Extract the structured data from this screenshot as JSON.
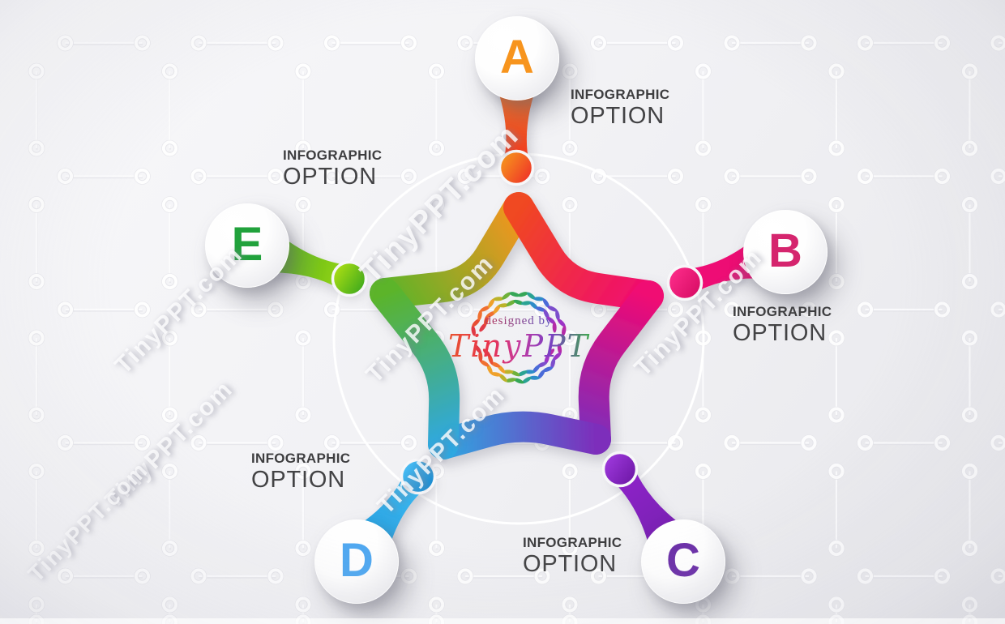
{
  "watermark": {
    "text": "TinyPPT.com"
  },
  "logo": {
    "designed_by": "designed by",
    "brand": "TinyPPT",
    "wreath_colors": [
      "#E03A45",
      "#E84E35",
      "#F07030",
      "#EFA12B",
      "#BBB32A",
      "#6FB13A",
      "#35A657",
      "#2AA393",
      "#2E8CC8",
      "#4A6BD8",
      "#7C4ECC",
      "#9C35C6",
      "#B42BA8"
    ]
  },
  "options": [
    {
      "id": "A",
      "letter": "A",
      "label_line1": "INFOGRAPHIC",
      "label_line2": "OPTION",
      "letter_color": "#F7941D",
      "node_gradient": [
        "#F89C1C",
        "#EE2D29"
      ],
      "funnel_gradient": [
        "#F6891F",
        "#EE3424"
      ]
    },
    {
      "id": "B",
      "letter": "B",
      "label_line1": "INFOGRAPHIC",
      "label_line2": "OPTION",
      "letter_color": "#D5256E",
      "node_gradient": [
        "#FF2E8C",
        "#D60B63"
      ],
      "funnel_gradient": [
        "#E91070",
        "#F00C76"
      ]
    },
    {
      "id": "C",
      "letter": "C",
      "label_line1": "INFOGRAPHIC",
      "label_line2": "OPTION",
      "letter_color": "#6B2FA8",
      "node_gradient": [
        "#A13BE0",
        "#6C16A4"
      ],
      "funnel_gradient": [
        "#701FA9",
        "#9023CB"
      ]
    },
    {
      "id": "D",
      "letter": "D",
      "label_line1": "INFOGRAPHIC",
      "label_line2": "OPTION",
      "letter_color": "#4FA8F1",
      "node_gradient": [
        "#4FC2F7",
        "#1787CE"
      ],
      "funnel_gradient": [
        "#1E9ADF",
        "#41BBF0"
      ]
    },
    {
      "id": "E",
      "letter": "E",
      "label_line1": "INFOGRAPHIC",
      "label_line2": "OPTION",
      "letter_color": "#21A23C",
      "node_gradient": [
        "#B3E212",
        "#38A61E"
      ],
      "funnel_gradient": [
        "#3FA827",
        "#97D513"
      ]
    }
  ],
  "star": {
    "segment_colors": [
      [
        "#5BB42A",
        "#F7941E"
      ],
      [
        "#F04821",
        "#F00A73"
      ],
      [
        "#F00A73",
        "#7D2EBB"
      ],
      [
        "#7D2EBB",
        "#2FA8E1"
      ],
      [
        "#2FA8E1",
        "#5BB42A"
      ]
    ]
  },
  "colors": {
    "background_start": "#F8F8FA",
    "background_end": "#E8E8EC",
    "label_text": "#3E3E40",
    "ring": "#FFFFFF"
  }
}
